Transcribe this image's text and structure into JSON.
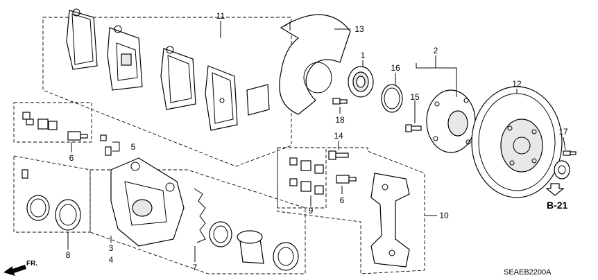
{
  "callouts": {
    "c1": "1",
    "c2": "2",
    "c3": "3",
    "c4": "4",
    "c5": "5",
    "c6a": "6",
    "c6b": "6",
    "c7": "7",
    "c8": "8",
    "c9": "9",
    "c10": "10",
    "c11": "11",
    "c12": "12",
    "c13": "13",
    "c14": "14",
    "c15": "15",
    "c16": "16",
    "c17": "17",
    "c18": "18"
  },
  "reference": {
    "label": "B-21",
    "icon": "down-arrow-icon"
  },
  "direction": {
    "label": "FR.",
    "icon": "arrow-left-icon"
  },
  "diagram_code": "SEAEB2200A"
}
